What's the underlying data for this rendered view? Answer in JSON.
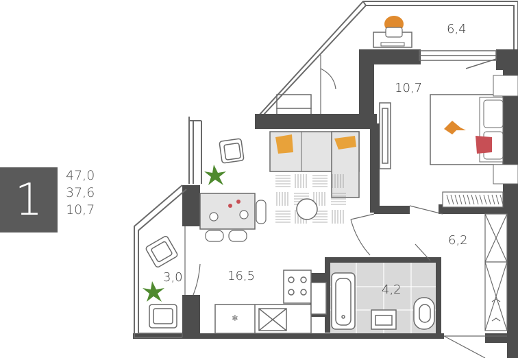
{
  "apartment": {
    "rooms_count": "1",
    "total_area": "47,0",
    "living_area": "37,6",
    "kitchen_area": "10,7"
  },
  "rooms": [
    {
      "id": "balcony-top",
      "area": "6,4"
    },
    {
      "id": "bedroom",
      "area": "10,7"
    },
    {
      "id": "hallway",
      "area": "6,2"
    },
    {
      "id": "bathroom",
      "area": "4,2"
    },
    {
      "id": "living-kitchen",
      "area": "16,5"
    },
    {
      "id": "balcony-left",
      "area": "3,0"
    }
  ],
  "colors": {
    "wall": "#4d4d4d",
    "outline": "#6a6a6a",
    "accent_orange": "#e08a2e",
    "accent_red": "#c74f55",
    "furniture_fill": "#e4e4e4",
    "tile": "#d9d9d9",
    "plant": "#4f8a2f"
  }
}
